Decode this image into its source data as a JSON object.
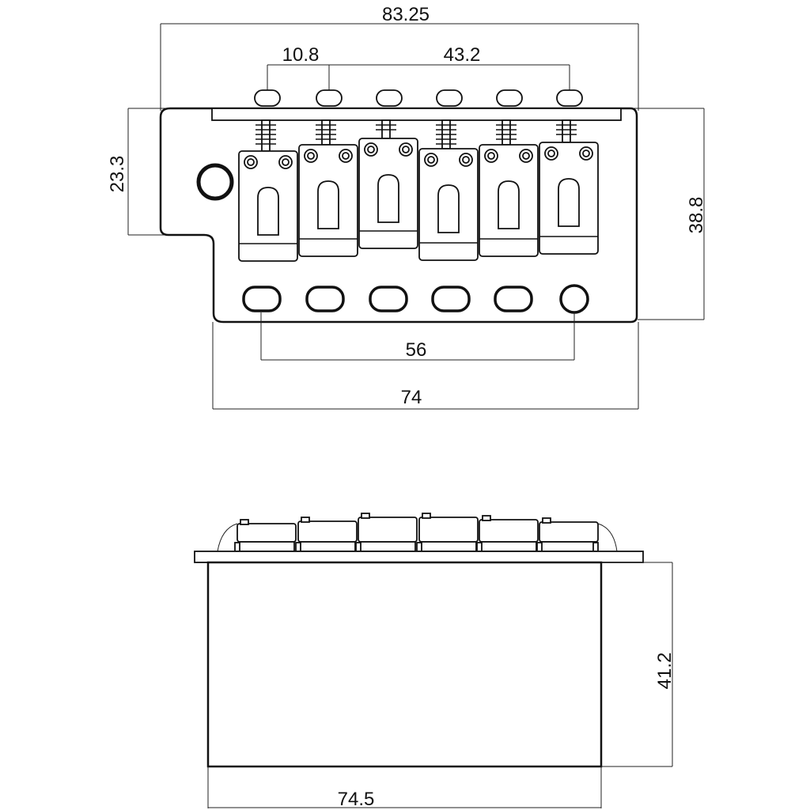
{
  "colors": {
    "line": "#111111",
    "background": "#ffffff"
  },
  "top_view": {
    "dimensions": {
      "overall_width": "83.25",
      "string_spacing": "10.8",
      "outer_string_span": "43.2",
      "side_height": "23.3",
      "total_height": "38.8",
      "mount_hole_span": "56",
      "plate_width": "74"
    },
    "saddle_count": 6,
    "mounting_hole_count": 6
  },
  "front_view": {
    "dimensions": {
      "block_height": "41.2",
      "block_width": "74.5"
    },
    "saddle_count": 6
  }
}
